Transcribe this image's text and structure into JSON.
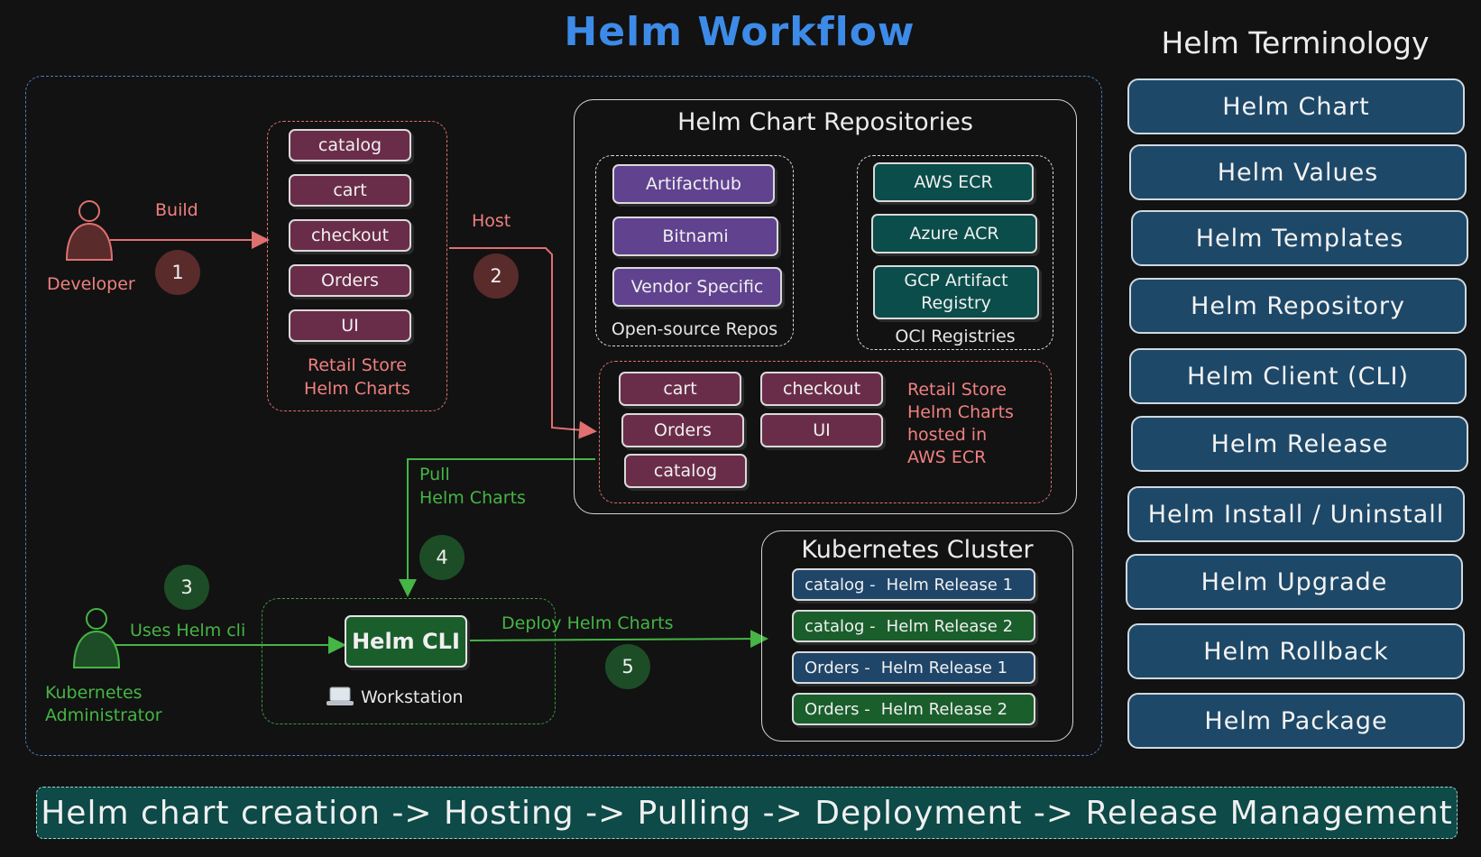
{
  "title": "Helm Workflow",
  "terminology": {
    "title": "Helm Terminology",
    "items": [
      "Helm Chart",
      "Helm Values",
      "Helm Templates",
      "Helm Repository",
      "Helm Client (CLI)",
      "Helm Release",
      "Helm Install / Uninstall",
      "Helm Upgrade",
      "Helm Rollback",
      "Helm Package"
    ]
  },
  "developer": {
    "label": "Developer",
    "action": "Build",
    "step": "1"
  },
  "retail_charts": {
    "items": [
      "catalog",
      "cart",
      "checkout",
      "Orders",
      "UI"
    ],
    "label_line1": "Retail Store",
    "label_line2": "Helm Charts"
  },
  "host": {
    "label": "Host",
    "step": "2"
  },
  "repositories": {
    "title": "Helm Chart Repositories",
    "open_source": {
      "items": [
        "Artifacthub",
        "Bitnami",
        "Vendor Specific"
      ],
      "label": "Open-source Repos"
    },
    "oci": {
      "items": [
        "AWS ECR",
        "Azure ACR",
        "GCP Artifact Registry"
      ],
      "label": "OCI Registries"
    },
    "hosted": {
      "items": [
        "cart",
        "checkout",
        "Orders",
        "UI",
        "catalog"
      ],
      "label_lines": [
        "Retail Store",
        "Helm Charts",
        "hosted in",
        "AWS ECR"
      ]
    }
  },
  "pull": {
    "line1": "Pull",
    "line2": "Helm Charts",
    "step": "4"
  },
  "admin": {
    "line1": "Kubernetes",
    "line2": "Administrator",
    "action": "Uses Helm cli",
    "step": "3"
  },
  "workstation": {
    "cli": "Helm CLI",
    "label": "Workstation"
  },
  "deploy": {
    "label": "Deploy Helm Charts",
    "step": "5"
  },
  "cluster": {
    "title": "Kubernetes Cluster",
    "releases": [
      {
        "app": "catalog -",
        "release": "Helm Release 1"
      },
      {
        "app": "catalog -",
        "release": "Helm Release 2"
      },
      {
        "app": "Orders -",
        "release": "Helm Release 1"
      },
      {
        "app": "Orders -",
        "release": "Helm Release 2"
      }
    ]
  },
  "banner": "Helm chart creation -> Hosting -> Pulling -> Deployment -> Release Management",
  "colors": {
    "title": "#3d8be8",
    "red": "#f08080",
    "green": "#45b545",
    "term": "#1e4868"
  }
}
